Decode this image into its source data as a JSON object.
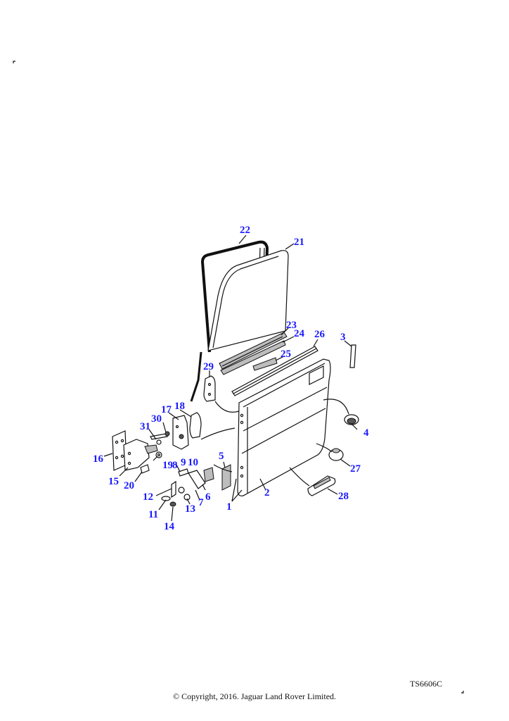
{
  "diagram": {
    "reference_code": "TS6606C",
    "copyright": "© Copyright, 2016. Jaguar Land Rover Limited.",
    "callouts": [
      {
        "id": "1",
        "label": "1"
      },
      {
        "id": "2",
        "label": "2"
      },
      {
        "id": "3",
        "label": "3"
      },
      {
        "id": "4",
        "label": "4"
      },
      {
        "id": "5",
        "label": "5"
      },
      {
        "id": "6",
        "label": "6"
      },
      {
        "id": "7",
        "label": "7"
      },
      {
        "id": "8",
        "label": "8"
      },
      {
        "id": "9",
        "label": "9"
      },
      {
        "id": "10",
        "label": "10"
      },
      {
        "id": "11",
        "label": "11"
      },
      {
        "id": "12",
        "label": "12"
      },
      {
        "id": "13",
        "label": "13"
      },
      {
        "id": "14",
        "label": "14"
      },
      {
        "id": "15",
        "label": "15"
      },
      {
        "id": "16",
        "label": "16"
      },
      {
        "id": "17",
        "label": "17"
      },
      {
        "id": "18",
        "label": "18"
      },
      {
        "id": "19",
        "label": "19"
      },
      {
        "id": "20",
        "label": "20"
      },
      {
        "id": "21",
        "label": "21"
      },
      {
        "id": "22",
        "label": "22"
      },
      {
        "id": "23",
        "label": "23"
      },
      {
        "id": "24",
        "label": "24"
      },
      {
        "id": "25",
        "label": "25"
      },
      {
        "id": "26",
        "label": "26"
      },
      {
        "id": "27",
        "label": "27"
      },
      {
        "id": "28",
        "label": "28"
      },
      {
        "id": "29",
        "label": "29"
      },
      {
        "id": "30",
        "label": "30"
      },
      {
        "id": "31",
        "label": "31"
      }
    ]
  }
}
